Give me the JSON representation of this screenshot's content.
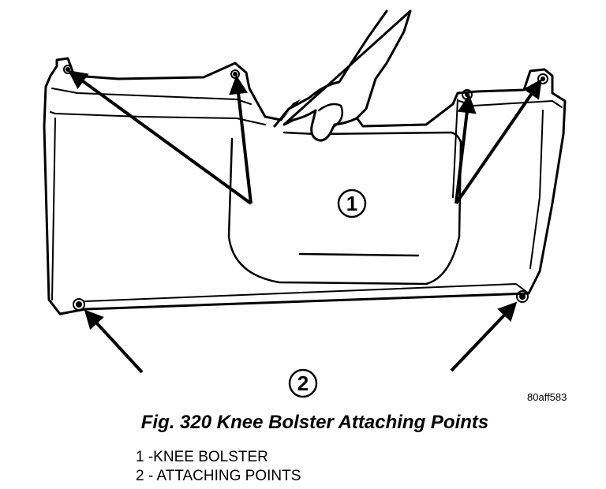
{
  "figure": {
    "id": "80aff583",
    "caption": "Fig. 320 Knee Bolster Attaching Points",
    "callouts": [
      "1",
      "2"
    ]
  },
  "legend": [
    {
      "text": "1 -KNEE BOLSTER"
    },
    {
      "text": "2 - ATTACHING POINTS"
    }
  ]
}
